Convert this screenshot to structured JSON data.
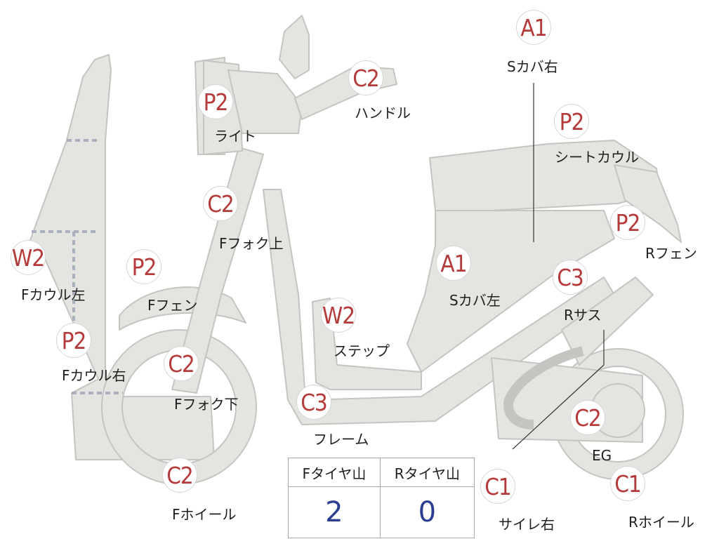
{
  "parts": [
    {
      "id": "s-cover-right",
      "code": "A1",
      "label": "Sカバ右"
    },
    {
      "id": "handle",
      "code": "C2",
      "label": "ハンドル"
    },
    {
      "id": "light",
      "code": "P2",
      "label": "ライト"
    },
    {
      "id": "seat-cowl",
      "code": "P2",
      "label": "シートカウル"
    },
    {
      "id": "f-fork-upper",
      "code": "C2",
      "label": "Fフォク上"
    },
    {
      "id": "r-fender",
      "code": "P2",
      "label": "Rフェン"
    },
    {
      "id": "f-cowl-left",
      "code": "W2",
      "label": "Fカウル左"
    },
    {
      "id": "f-fender",
      "code": "P2",
      "label": "Fフェン"
    },
    {
      "id": "s-cover-left",
      "code": "A1",
      "label": "Sカバ左"
    },
    {
      "id": "r-suspension",
      "code": "C3",
      "label": "Rサス"
    },
    {
      "id": "step",
      "code": "W2",
      "label": "ステップ"
    },
    {
      "id": "f-cowl-right",
      "code": "P2",
      "label": "Fカウル右"
    },
    {
      "id": "f-fork-lower",
      "code": "C2",
      "label": "Fフォク下"
    },
    {
      "id": "frame",
      "code": "C3",
      "label": "フレーム"
    },
    {
      "id": "eg",
      "code": "C2",
      "label": "EG"
    },
    {
      "id": "f-wheel",
      "code": "C2",
      "label": "Fホイール"
    },
    {
      "id": "muffler-right",
      "code": "C1",
      "label": "サイレ右"
    },
    {
      "id": "r-wheel",
      "code": "C1",
      "label": "Rホイール"
    }
  ],
  "tire_table": {
    "headers": [
      "Fタイヤ山",
      "Rタイヤ山"
    ],
    "values": [
      "2",
      "0"
    ]
  },
  "colors": {
    "part_fill": "#e4e4e1",
    "part_stroke": "#c4c4c0",
    "code_text": "#b53a3a",
    "value_text": "#2a3f8f"
  }
}
